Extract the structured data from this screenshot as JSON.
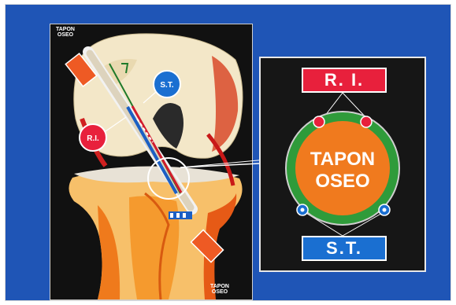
{
  "labels": {
    "tapon_top": "TAPON OSEO",
    "tapon_bottom": "TAPON OSEO",
    "st_circle": "S.T.",
    "ri_circle": "R.I.",
    "ri_box": "R. I.",
    "st_box": "S.T.",
    "center_line1": "TAPON",
    "center_line2": "OSEO"
  },
  "colors": {
    "background": "#1f55b6",
    "ri_red": "#e8203c",
    "st_blue": "#1a6fd1",
    "bone_orange": "#f07a1e",
    "ring_green": "#2f9b3a"
  }
}
